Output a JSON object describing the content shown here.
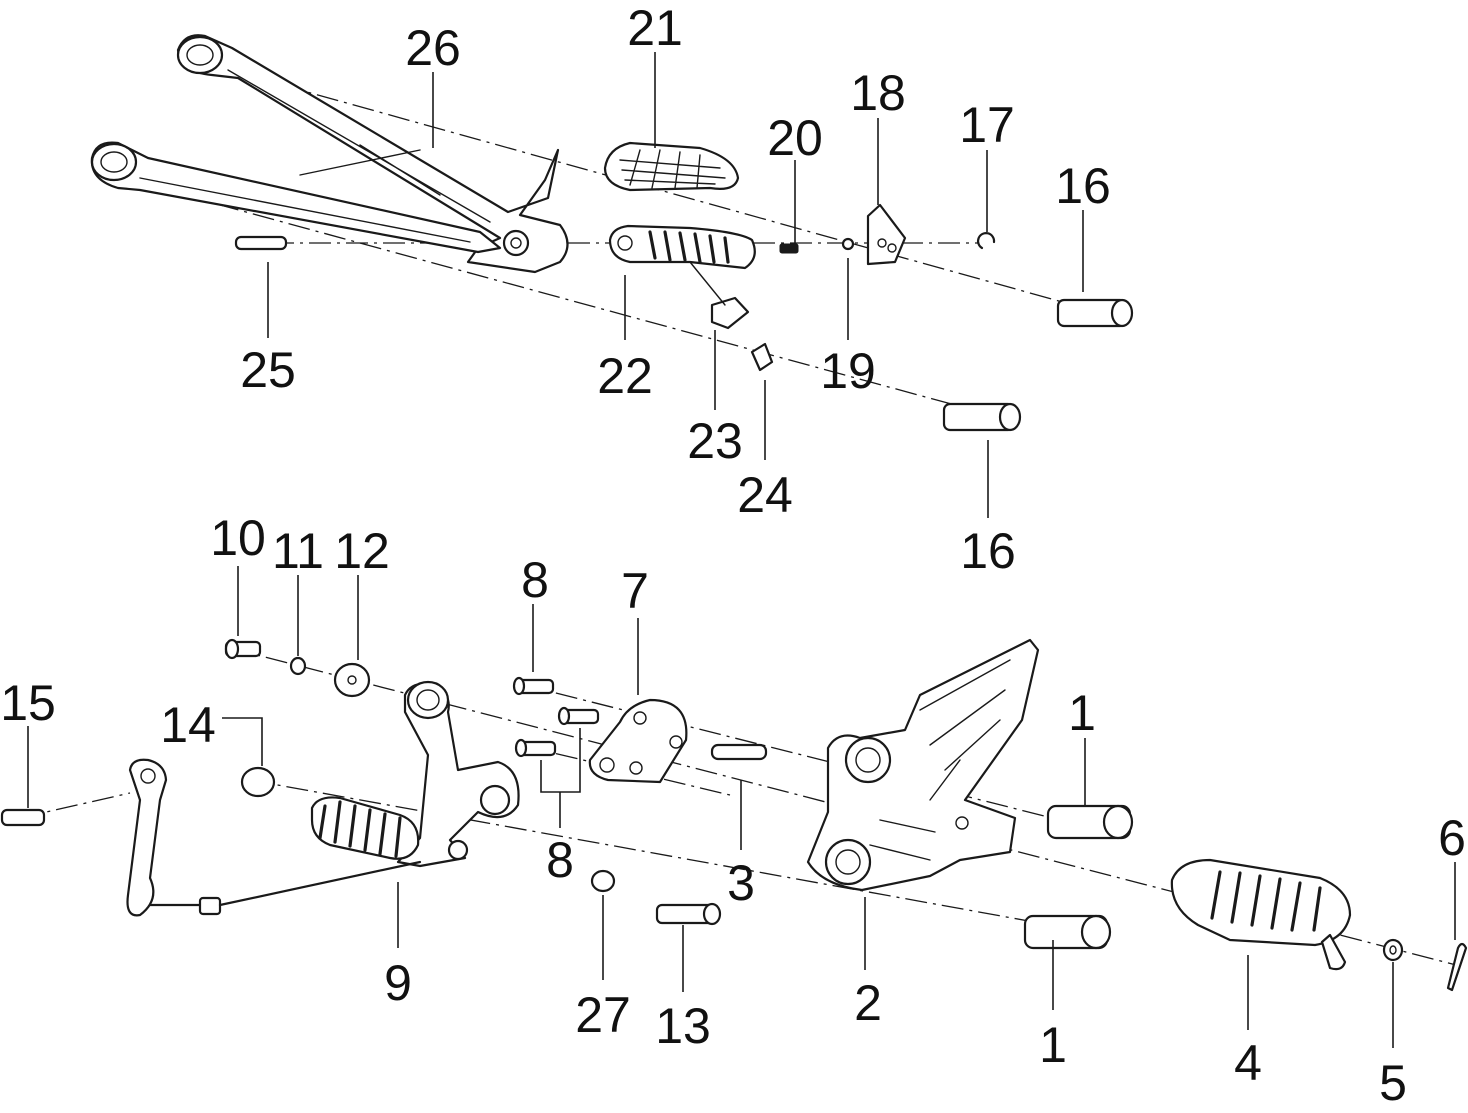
{
  "callouts": {
    "c1a": "1",
    "c1b": "1",
    "c2": "2",
    "c3": "3",
    "c4": "4",
    "c5": "5",
    "c6": "6",
    "c7": "7",
    "c8a": "8",
    "c8b": "8",
    "c9": "9",
    "c10": "10",
    "c11": "11",
    "c12": "12",
    "c13": "13",
    "c14": "14",
    "c15": "15",
    "c16a": "16",
    "c16b": "16",
    "c17": "17",
    "c18": "18",
    "c19": "19",
    "c20": "20",
    "c21": "21",
    "c22": "22",
    "c23": "23",
    "c24": "24",
    "c25": "25",
    "c26": "26",
    "c27": "27"
  },
  "colors": {
    "line": "#1a1a1a",
    "background": "#ffffff"
  }
}
